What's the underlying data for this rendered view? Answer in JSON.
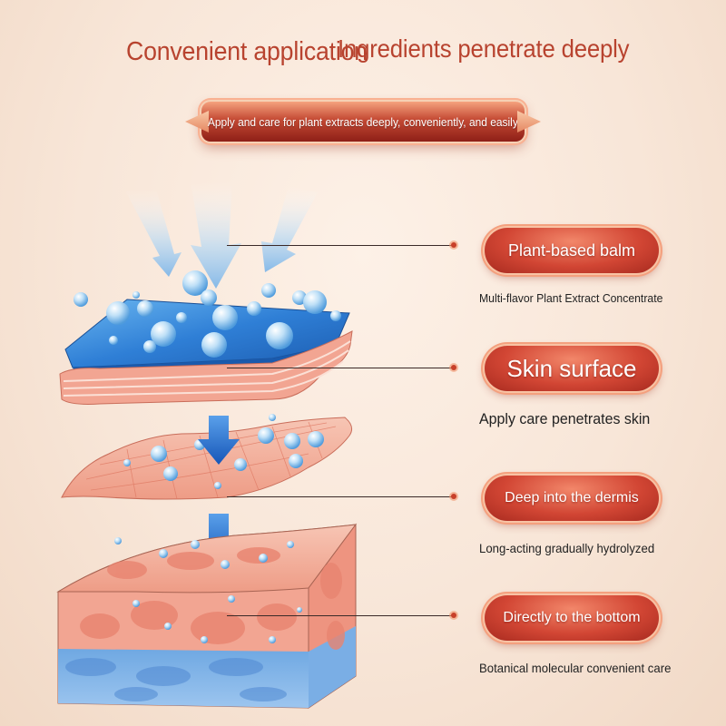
{
  "header": {
    "title_left": "Convenient application",
    "title_right": "Ingredients penetrate deeply"
  },
  "banner": {
    "text": "Apply and care for plant extracts deeply, conveniently, and easily"
  },
  "layers": [
    {
      "label": "Plant-based balm",
      "description": "Multi-flavor Plant Extract Concentrate"
    },
    {
      "label": "Skin surface",
      "description": "Apply care penetrates skin"
    },
    {
      "label": "Deep into the dermis",
      "description": "Long-acting gradually hydrolyzed"
    },
    {
      "label": "Directly to the bottom",
      "description": "Botanical molecular convenient care"
    }
  ],
  "colors": {
    "title": "#b8432f",
    "pill": "#d24634",
    "balm_blue": "#2f7fd6",
    "skin_pink": "#f2a592",
    "arrow_blue": "#1f6fd0"
  }
}
